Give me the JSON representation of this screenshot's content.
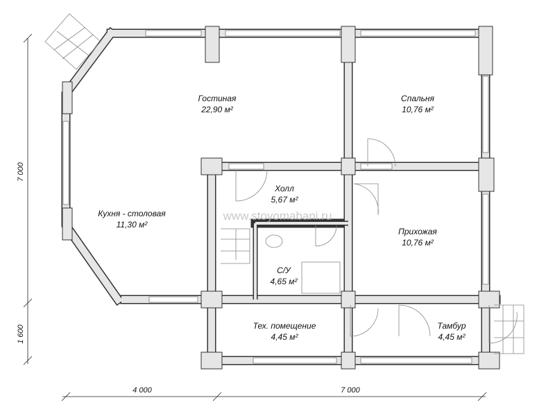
{
  "rooms": [
    {
      "name": "Гостиная",
      "area": "22,90 м²"
    },
    {
      "name": "Спальня",
      "area": "10,76 м²"
    },
    {
      "name": "Холл",
      "area": "5,67 м²"
    },
    {
      "name": "Кухня - столовая",
      "area": "11,30 м²"
    },
    {
      "name": "Прихожая",
      "area": "10,76 м²"
    },
    {
      "name": "С/У",
      "area": "4,65 м²"
    },
    {
      "name": "Тех. помещение",
      "area": "4,45 м²"
    },
    {
      "name": "Тамбур",
      "area": "4,45 м²"
    }
  ],
  "dimensions": {
    "left_total": "7 000",
    "left_bottom": "1 600",
    "bottom_left": "4 000",
    "bottom_right": "7 000"
  },
  "watermark": "www.stoyomabani.ru"
}
